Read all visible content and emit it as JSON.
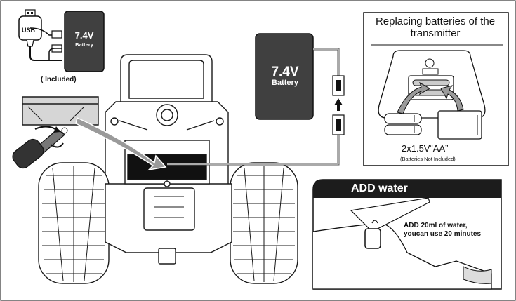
{
  "transmitter": {
    "title": "Replacing batteries of the transmitter",
    "battery_spec": "2x1.5V“AA”",
    "battery_note": "(Batteries Not Included)"
  },
  "charger": {
    "usb_label": "USB",
    "included_label": "( Included)"
  },
  "small_battery": {
    "voltage": "7.4V",
    "label": "Battery"
  },
  "main_battery": {
    "voltage": "7.4V",
    "label": "Battery"
  },
  "water": {
    "title": "ADD water",
    "instruction": "ADD 20ml of water,\nyoucan use 20 minutes"
  },
  "colors": {
    "battery_fill": "#404040",
    "outline": "#1a1a1a",
    "water_header": "#1c1c1c"
  }
}
